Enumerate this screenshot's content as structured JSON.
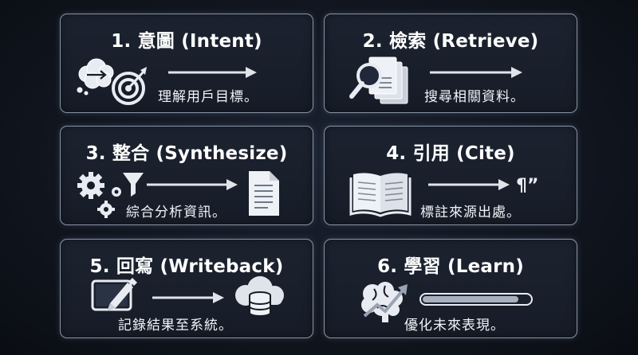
{
  "cards": [
    {
      "title": "1. 意圖 (Intent)",
      "description": "理解用戶目標。",
      "icon": "speech-bubble-target-icon"
    },
    {
      "title": "2. 檢索 (Retrieve)",
      "description": "搜尋相關資料。",
      "icon": "magnifier-documents-icon"
    },
    {
      "title": "3. 整合 (Synthesize)",
      "description": "綜合分析資訊。",
      "icon": "gears-funnel-document-icon"
    },
    {
      "title": "4. 引用 (Cite)",
      "description": "標註來源出處。",
      "icon": "open-book-quote-icon"
    },
    {
      "title": "5. 回寫 (Writeback)",
      "description": "記錄結果至系統。",
      "icon": "tablet-pen-cloud-database-icon"
    },
    {
      "title": "6. 學習 (Learn)",
      "description": "優化未來表現。",
      "icon": "brain-trend-progress-icon"
    }
  ],
  "colors": {
    "background": "#111620",
    "card_border": "#8a94a6",
    "icon_fill": "#e8ecf2",
    "icon_stroke": "#c9cfd9"
  }
}
